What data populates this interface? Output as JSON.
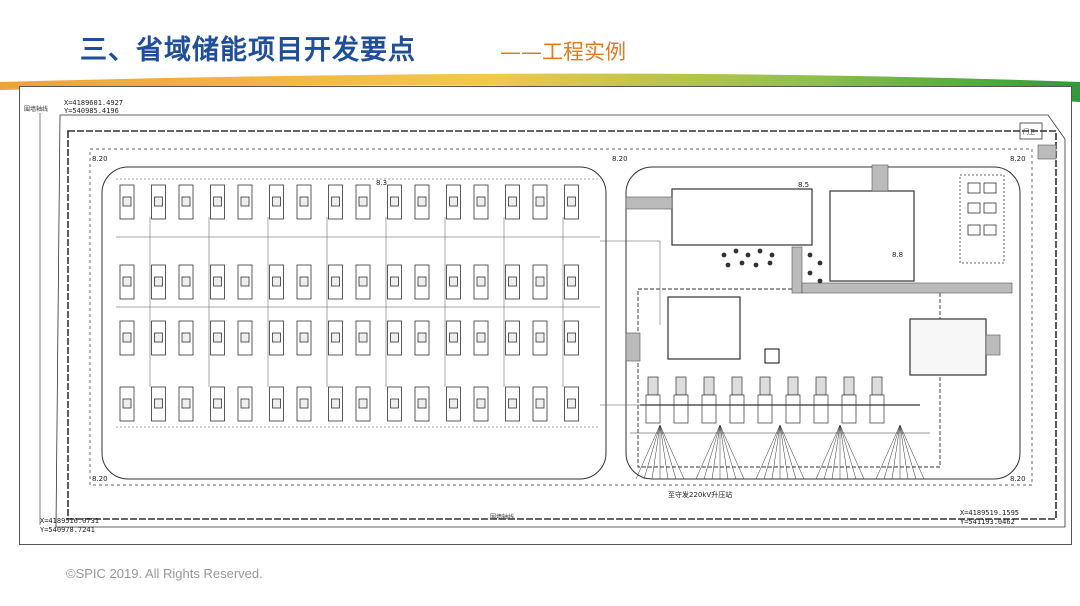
{
  "header": {
    "title": "三、省域储能项目开发要点",
    "subtitle": "——工程实例"
  },
  "drawing": {
    "coords": {
      "top_left_x": "X=4189601.4927",
      "top_left_y": "Y=540985.4196",
      "bottom_left_x": "X=4189516.0731",
      "bottom_left_y": "Y=540978.7241",
      "bottom_right_x": "X=4189519.1595",
      "bottom_right_y": "Y=541193.0462"
    },
    "labels": {
      "road_top": "围墙轴线",
      "road_bottom": "围墙轴线",
      "corner_tl": "8.20",
      "corner_tr_left": "8.20",
      "corner_tr_right": "8.20",
      "corner_bl": "8.20",
      "corner_br": "8.20",
      "elev_left": "8.3",
      "elev_right": "8.5",
      "elev_building": "8.8",
      "line_220kv": "至守发220kV升压站",
      "gate": "门卫"
    }
  },
  "footer": {
    "copyright": "©SPIC 2019. All Rights Reserved."
  }
}
